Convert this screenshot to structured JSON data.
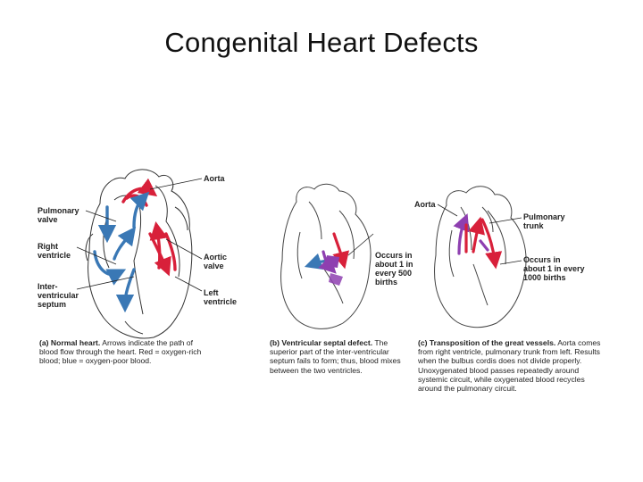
{
  "title": "Congenital Heart Defects",
  "colors": {
    "oxygen_rich": "#d8203a",
    "oxygen_poor": "#3a78b5",
    "mixed": "#8e3fb0"
  },
  "panel_a": {
    "labels": {
      "aorta": "Aorta",
      "pulmonary_valve": "Pulmonary\nvalve",
      "right_ventricle": "Right\nventricle",
      "interventricular_septum": "Inter-\nventricular\nseptum",
      "aortic_valve": "Aortic\nvalve",
      "left_ventricle": "Left\nventricle"
    },
    "caption_tag": "(a)",
    "caption_head": "Normal heart.",
    "caption_body": " Arrows indicate the path of blood flow through the heart. Red = oxygen-rich blood; blue = oxygen-poor blood."
  },
  "panel_b": {
    "labels": {
      "occurs": "Occurs in\nabout 1 in\nevery 500\nbirths"
    },
    "caption_tag": "(b)",
    "caption_head": "Ventricular septal defect.",
    "caption_body": " The superior part of the inter-ventricular septum fails to form; thus, blood mixes between the two ventricles."
  },
  "panel_c": {
    "labels": {
      "aorta": "Aorta",
      "pulmonary_trunk": "Pulmonary\ntrunk",
      "occurs": "Occurs in\nabout 1 in every\n1000 births"
    },
    "caption_tag": "(c)",
    "caption_head": "Transposition of the great vessels.",
    "caption_body": " Aorta comes from right ventricle, pulmonary trunk from left. Results when the bulbus cordis does not divide properly. Unoxygenated blood passes repeatedly around systemic circuit, while oxygenated blood recycles around the pulmonary circuit."
  }
}
